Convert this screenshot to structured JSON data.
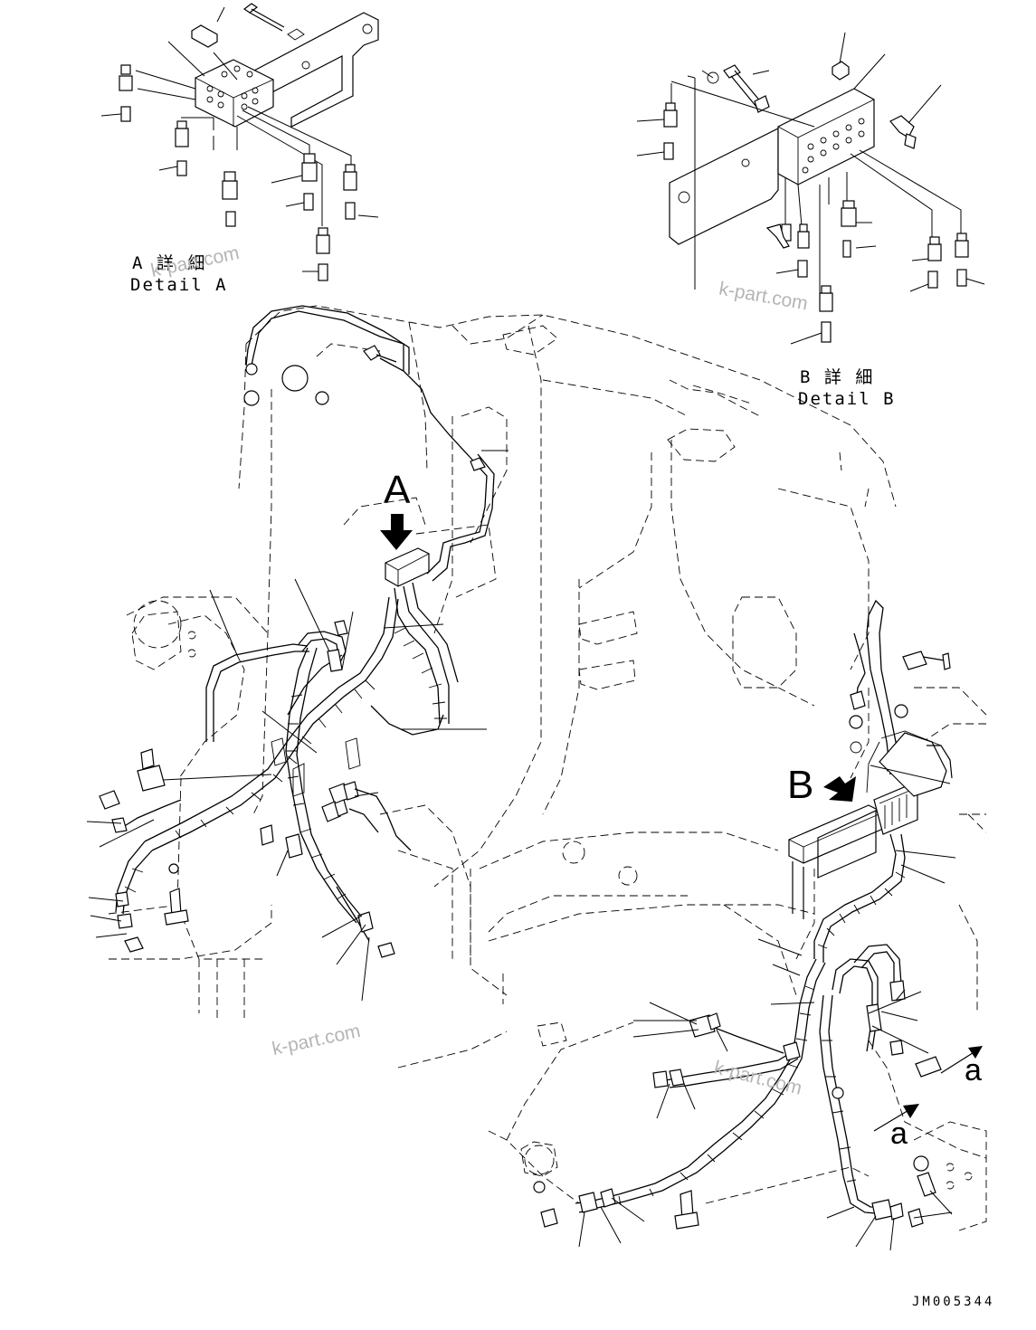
{
  "detail_a": {
    "ja": "A 詳 細",
    "en": "Detail A"
  },
  "detail_b": {
    "ja": "B 詳 細",
    "en": "Detail B"
  },
  "view_labels": {
    "A": "A",
    "B": "B",
    "a1": "a",
    "a2": "a"
  },
  "watermarks": [
    "k-part.com",
    "k-part.com",
    "k-part.com",
    "k-part.com"
  ],
  "drawing_code": "JM005344"
}
